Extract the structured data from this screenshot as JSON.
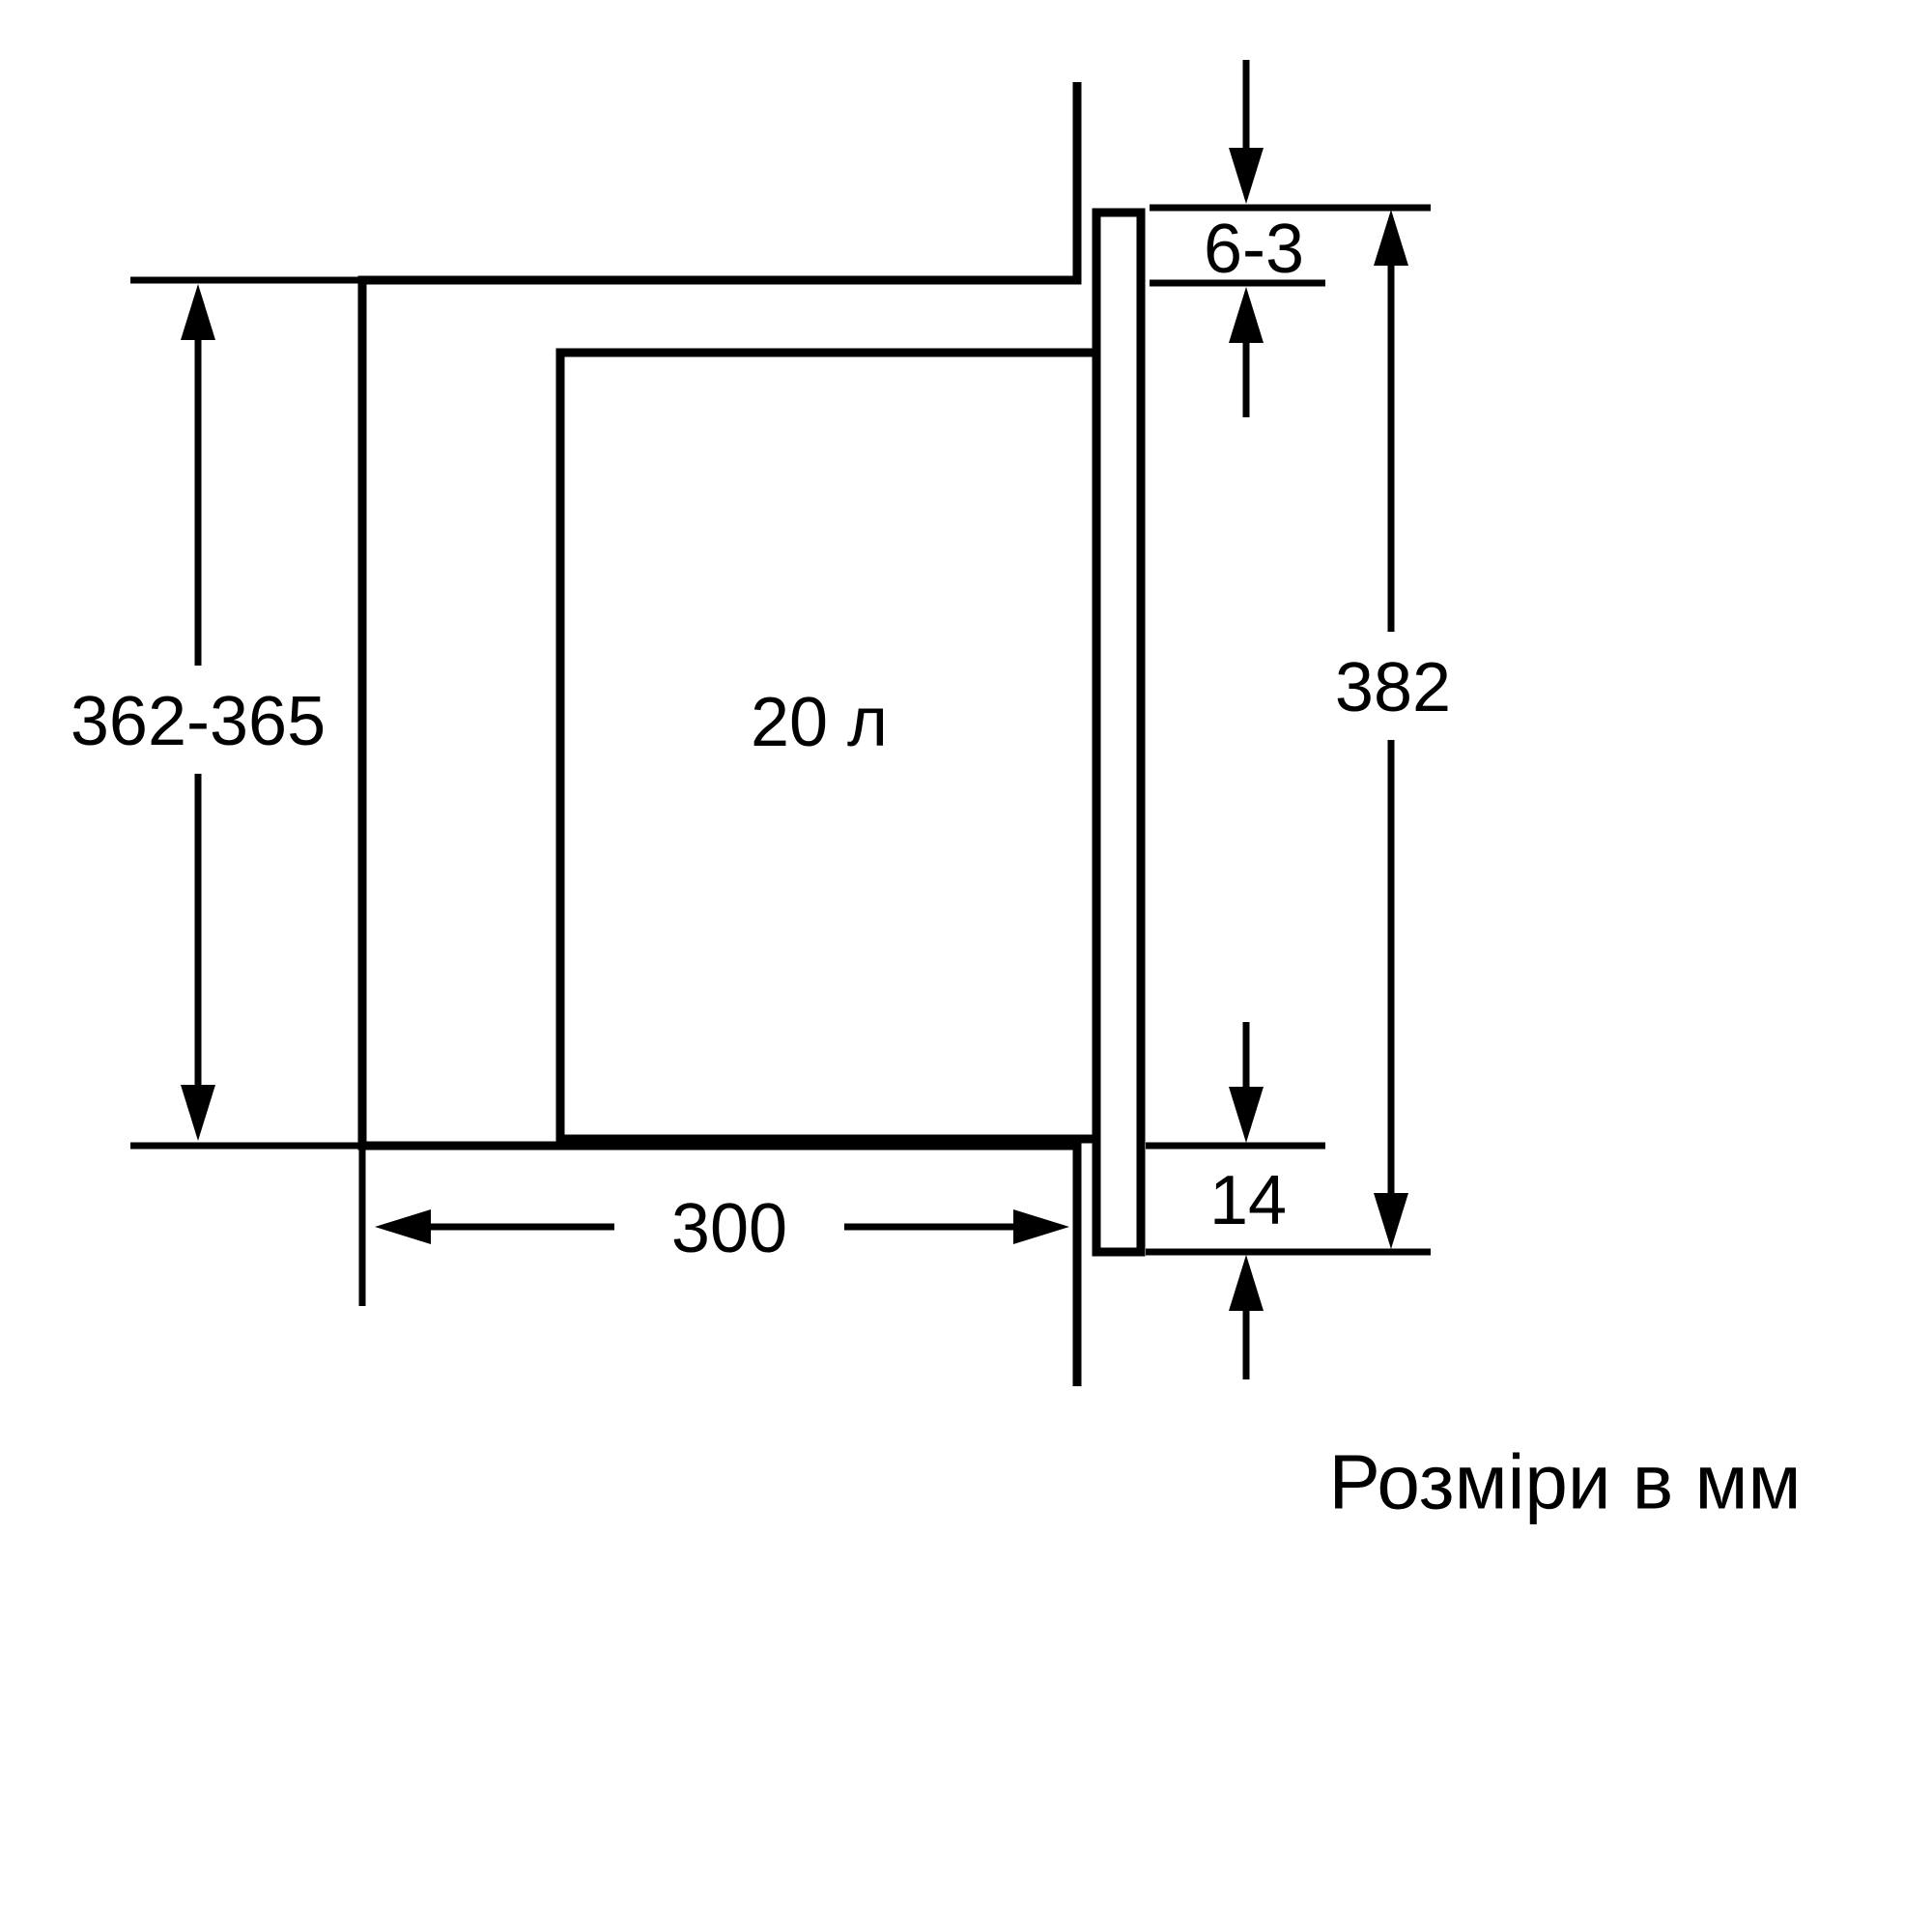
{
  "diagram": {
    "type": "appliance-installation-dimension-drawing",
    "units_note": "Розміри в мм",
    "labels": {
      "niche_height": "362-365",
      "top_gap": "6-3",
      "front_height": "382",
      "bottom_overlap": "14",
      "niche_depth": "300",
      "volume": "20 л"
    },
    "colors": {
      "line": "#000000",
      "background": "#ffffff"
    }
  }
}
